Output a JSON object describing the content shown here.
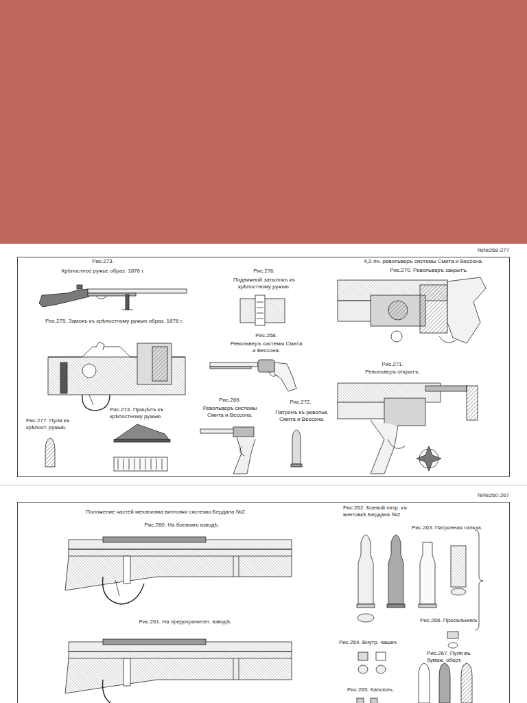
{
  "diagram": {
    "nodes": [
      {
        "text": [
          "№№268-277"
        ]
      },
      {
        "text": [
          "№№260-267"
        ]
      }
    ],
    "labels": [
      "Рис.273.",
      "Крѣпостное ружье образ. 1876 г.",
      "Рис.275. Замокъ къ крѣпостному ружью образ. 1876 г.",
      "Рис.276.",
      "Подвижной затылокъ къ крѣпостному ружью.",
      "4,2-лн. револьверъ системы Смита и Вессона.",
      "Рис.270. Револьверъ закрытъ.",
      "Рис.268.",
      "Револьверъ системы Смита и Вессона.",
      "Рис.271.",
      "Револьверъ открытъ.",
      "Рис.269.",
      "Револьверъ системы Смита и Вессона.",
      "Рис.272.",
      "Патронъ къ револьв. Смита и Вессона.",
      "Рис.274. Прицѣлъ къ крѣпостному ружью.",
      "Рис.277. Пули къ крѣпост. ружью.",
      "Положение частей механизма винтовки системы Бердана №2.",
      "Рис.260. На боевомъ взводѣ.",
      "Рис.261. На предохранител. взводѣ.",
      "Рис.262. Боевой патр. къ винтовкѣ Бердана №2",
      "Рис.263. Патронная гильза.",
      "Рис.266. Просальникъ",
      "Рис.264. Внутр. чашеч.",
      "Рис.265. Капсюль.",
      "Рис.267. Пуля въ бумаж. оберт."
    ]
  }
}
